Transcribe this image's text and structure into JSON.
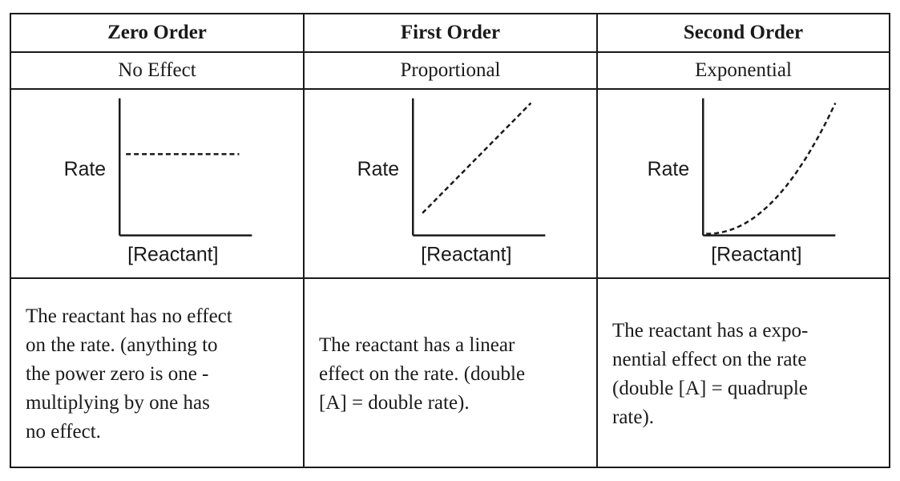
{
  "columns": [
    {
      "title": "Zero Order",
      "subtitle": "No Effect",
      "graph": {
        "type": "line",
        "curve": "constant",
        "ylabel": "Rate",
        "xlabel": "[Reactant]",
        "line_style": "dashed"
      },
      "description": "The reactant has no effect\non the rate. (anything to\nthe power zero is one -\nmultiplying by one has\nno effect."
    },
    {
      "title": "First Order",
      "subtitle": "Proportional",
      "graph": {
        "type": "line",
        "curve": "linear",
        "ylabel": "Rate",
        "xlabel": "[Reactant]",
        "line_style": "dashed"
      },
      "description": "The reactant has a linear\neffect on the rate. (double\n[A] = double rate)."
    },
    {
      "title": "Second Order",
      "subtitle": "Exponential",
      "graph": {
        "type": "line",
        "curve": "quadratic",
        "ylabel": "Rate",
        "xlabel": "[Reactant]",
        "line_style": "dashed"
      },
      "description": "The reactant has a expo-\nnential effect on the rate\n(double [A] = quadruple\nrate)."
    }
  ],
  "colors": {
    "ink": "#1a1a1a",
    "background": "#ffffff"
  }
}
